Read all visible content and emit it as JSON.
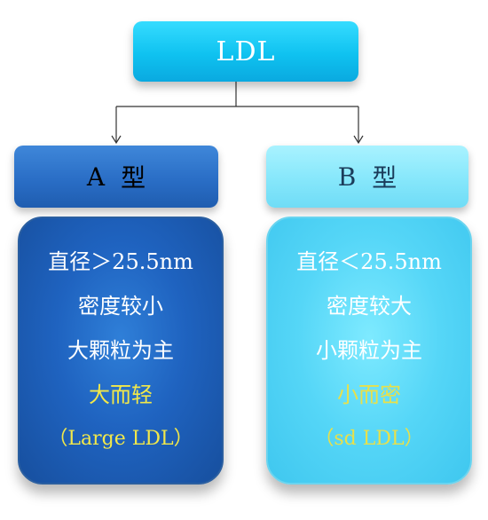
{
  "root": {
    "label": "LDL"
  },
  "types": [
    {
      "letter": "A",
      "suffix": "型",
      "lines": [
        "直径＞25.5nm",
        "密度较小",
        "大颗粒为主"
      ],
      "highlight": [
        "大而轻",
        "（Large LDL）"
      ]
    },
    {
      "letter": "B",
      "suffix": "型",
      "lines": [
        "直径＜25.5nm",
        "密度较大",
        "小颗粒为主"
      ],
      "highlight": [
        "小而密",
        "（sd LDL）"
      ]
    }
  ],
  "colors": {
    "root": "#0fc2f0",
    "type_a": "#2a6ec6",
    "type_b": "#86e7fb",
    "highlight_text": "#f2e84a",
    "connector": "#333333"
  }
}
